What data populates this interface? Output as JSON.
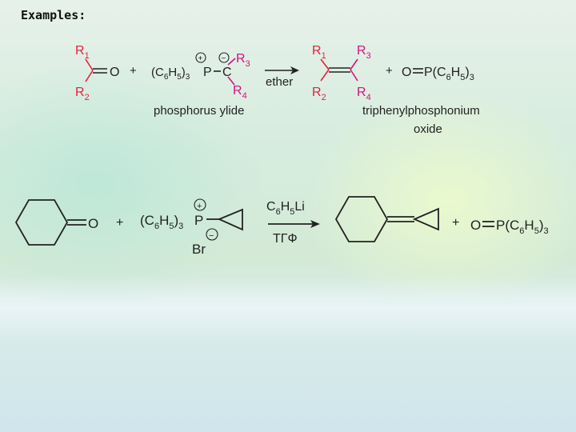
{
  "heading": "Examples:",
  "reaction1": {
    "r1": "R",
    "r1_sub": "1",
    "r2": "R",
    "r2_sub": "2",
    "r3": "R",
    "r3_sub": "3",
    "r4": "R",
    "r4_sub": "4",
    "carbonyl_o": "O",
    "plus": "+",
    "ylide_ph_open": "(C",
    "ylide_ph_6": "6",
    "ylide_ph_h": "H",
    "ylide_ph_5": "5",
    "ylide_ph_close": ")",
    "ylide_ph_3": "3",
    "ylide_p": "P",
    "ylide_c": "C",
    "plus_charge": "+",
    "minus_charge": "−",
    "reagent": "ether",
    "ylide_label": "phosphorus ylide",
    "oxide_label_line1": "triphenylphosphonium",
    "oxide_label_line2": "oxide",
    "oxide_o": "O",
    "oxide_p": "P(C",
    "oxide_6": "6",
    "oxide_h": "H",
    "oxide_5": "5",
    "oxide_close": ")",
    "oxide_3": "3",
    "colors": {
      "red": "#e8203a",
      "magenta": "#d4127e",
      "black": "#222222"
    }
  },
  "reaction2": {
    "ketone_o": "O",
    "plus": "+",
    "salt_ph_open": "(C",
    "salt_6": "6",
    "salt_h": "H",
    "salt_5": "5",
    "salt_close": ")",
    "salt_3": "3",
    "salt_p": "P",
    "plus_charge": "+",
    "minus_charge": "−",
    "counter_ion": "Br",
    "reagent_top_c": "C",
    "reagent_top_6": "6",
    "reagent_top_h": "H",
    "reagent_top_5": "5",
    "reagent_top_li": "Li",
    "reagent_bottom": "ТГФ",
    "oxide_o": "O",
    "oxide_p": "P(C",
    "oxide_6": "6",
    "oxide_h": "H",
    "oxide_5": "5",
    "oxide_close": ")",
    "oxide_3": "3"
  }
}
